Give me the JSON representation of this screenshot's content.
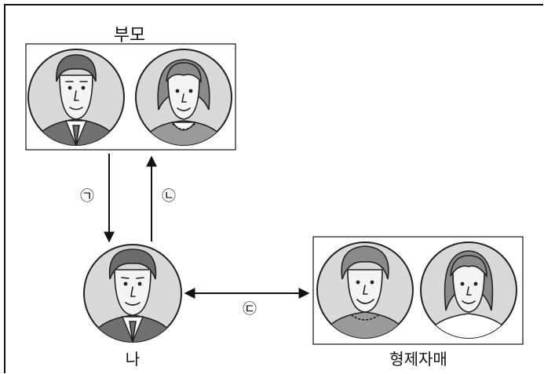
{
  "groups": {
    "parents_label": "부모",
    "self_label": "나",
    "siblings_label": "형제자매"
  },
  "arrows": {
    "self_to_parents_down_label": "㉠",
    "parents_to_self_up_label": "㉡",
    "self_siblings_label": "㉢"
  },
  "colors": {
    "ink": "#111111",
    "portrait_background": "#d9d9d9"
  }
}
